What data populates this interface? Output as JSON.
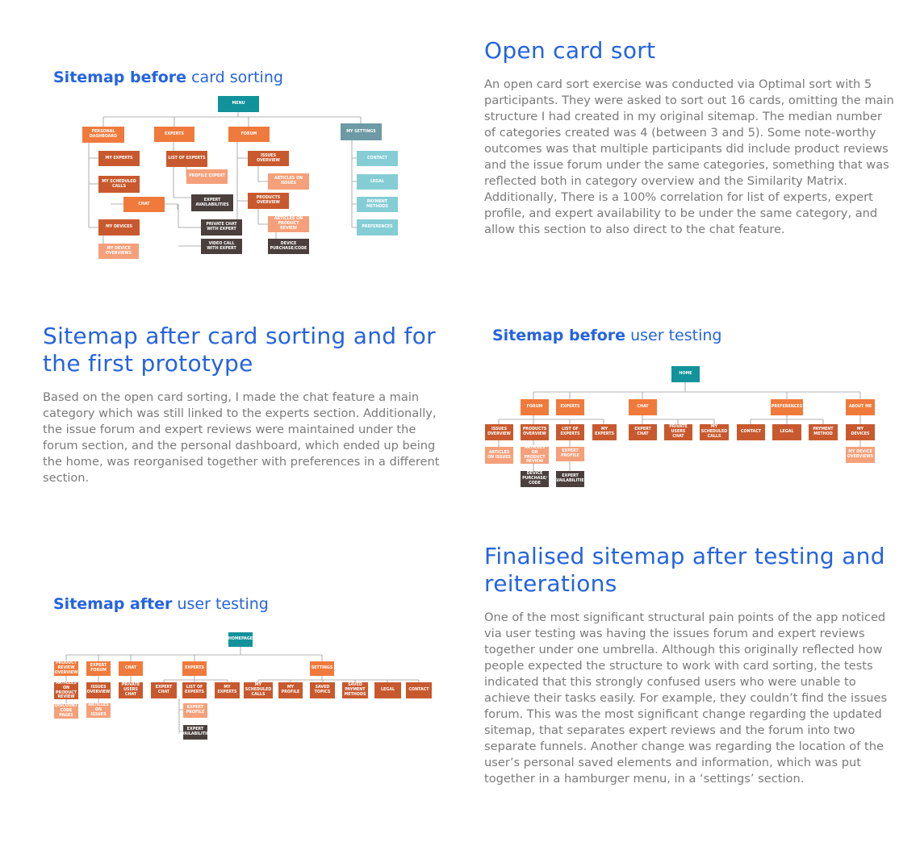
{
  "sections": {
    "open_card_sort": {
      "title": "Open card sort",
      "body": "An open card sort exercise was conducted via Optimal sort with 5 participants. They were asked to sort out 16 cards, omitting the main structure I had created in my original sitemap. The median number of categories created was 4 (between 3 and 5). Some note-worthy outcomes was that multiple participants did include product reviews and the issue forum under the same categories, something that was reflected both in category overview and the Similarity Matrix. Additionally, There is a 100% correlation for list of experts, expert profile, and expert availability to be under the same category, and allow this section to also direct to the chat feature."
    },
    "after_card_sorting": {
      "title": "Sitemap after card sorting and for the first prototype",
      "body": "Based on the open card sorting, I made the chat feature a main category which was still linked to the experts section. Additionally, the issue forum and expert reviews were maintained under the forum section, and the personal dashboard, which ended up being the home, was reorganised together with preferences in a different section."
    },
    "finalised": {
      "title": "Finalised sitemap after testing and reiterations",
      "body": "One of the most significant structural pain points of the app noticed via user testing was having the issues forum and expert reviews together under one umbrella. Although this originally reflected how people expected the structure to work with card sorting, the tests indicated that this strongly confused users who were unable to achieve their tasks easily. For example, they couldn’t find the issues forum. This was the most significant change regarding the updated sitemap, that separates expert reviews and the forum into two separate funnels. Another change was regarding the location of the user’s personal saved elements and information, which was put together in a hamburger menu, in a ‘settings’ section."
    }
  },
  "sitemap_1": {
    "title_bold": "Sitemap before",
    "title_rest": " card sorting",
    "nodes": {
      "menu": "MENU",
      "personal_dashboard": "PERSONAL DASHBOARD",
      "experts": "EXPERTS",
      "forum": "FORUM",
      "my_settings": "MY SETTINGS",
      "my_experts": "MY EXPERTS",
      "list_of_experts": "LIST OF EXPERTS",
      "issues_overview": "ISSUES OVERVIEW",
      "contact": "CONTACT",
      "my_scheduled_calls": "MY SCHEDULED CALLS",
      "profile_expert": "PROFILE EXPERT",
      "articles_on_issues": "ARTICLES ON ISSUES",
      "legal": "LEGAL",
      "chat": "CHAT",
      "expert_availabilities": "EXPERT AVAILABILITIES",
      "products_overview": "PRODUCTS OVERVIEW",
      "payment_methods": "PAYMENT METHODS",
      "my_devices": "MY DEVICES",
      "private_chat": "PRIVATE CHAT WITH EXPERT",
      "articles_on_product_review": "ARTICLES ON PRODUCT REVIEW",
      "preferences": "PREFERENCES",
      "my_device_overviews": "MY DEVICE OVERVIEWS",
      "video_call": "VIDEO CALL WITH EXPERT",
      "device_purchase_code": "DEVICE PURCHASE/CODE"
    }
  },
  "sitemap_2": {
    "title_bold": "Sitemap before",
    "title_rest": " user testing",
    "nodes": {
      "home": "HOME",
      "forum": "FORUM",
      "experts": "EXPERTS",
      "chat": "CHAT",
      "preferences": "PREFERENCES",
      "about_me": "ABOUT ME",
      "issues_overview": "ISSUES OVERVIEW",
      "products_overview": "PRODUCTS OVERVIEW",
      "list_of_experts": "LIST OF EXPERTS",
      "my_experts": "MY EXPERTS",
      "expert_chat": "EXPERT CHAT",
      "private_users_chat": "PRIVATE USERS CHAT",
      "my_scheduled_calls": "MY SCHEDULED CALLS",
      "contact": "CONTACT",
      "legal": "LEGAL",
      "payment_method": "PAYMENT METHOD",
      "my_devices": "MY DEVICES",
      "articles_on_issues": "ARTICLES ON ISSUES",
      "articles_on_product_review": "ARTICLES ON PRODUCT REVIEW",
      "expert_profile": "EXPERT PROFILE",
      "my_device_overviews": "MY DEVICE OVERVIEWS",
      "device_purchase_code": "DEVICE PURCHASE/ CODE",
      "expert_availabilities": "EXPERT AVAILABILITIES"
    }
  },
  "sitemap_3": {
    "title_bold": "Sitemap after",
    "title_rest": " user testing",
    "nodes": {
      "homepage": "HOMEPAGE",
      "product_review_overview": "PRODUCT REVIEW OVERVIEW",
      "expert_forum": "EXPERT FORUM",
      "chat": "CHAT",
      "experts": "EXPERTS",
      "settings": "SETTINGS",
      "articles_on_product_review": "ARTICLES ON PRODUCT REVIEW",
      "issues_overview": "ISSUES OVERVIEW",
      "private_users_chat": "PRIVATE USERS CHAT",
      "expert_chat": "EXPERT CHAT",
      "list_of_experts": "LIST OF EXPERTS",
      "my_experts": "MY EXPERTS",
      "my_scheduled_calls": "MY SCHEDULED CALLS",
      "my_profile": "MY PROFILE",
      "saved_topics": "SAVED TOPICS",
      "saved_payment_methods": "SAVED PAYMENT METHODS",
      "legal": "LEGAL",
      "contact": "CONTACT",
      "discount_code_pages": "DISCOUNT CODE PAGES",
      "articles_on_issues": "ARTICLES ON ISSUES",
      "expert_profile": "EXPERT PROFILE",
      "expert_availabilities": "EXPERT AVAILABILITIES"
    }
  }
}
